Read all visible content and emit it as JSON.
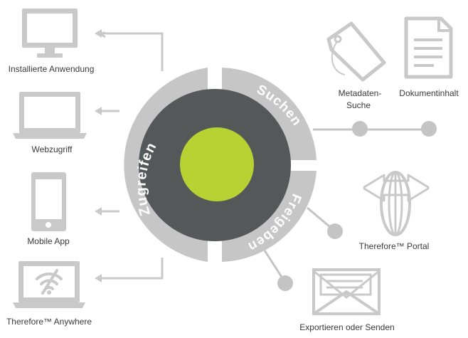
{
  "colors": {
    "icon_gray": "#c9c9c9",
    "ring_gray": "#c6c6c6",
    "core_dark": "#555859",
    "accent_green": "#b9d233",
    "dot_gray": "#c4c4c4",
    "text": "#3a3a3a"
  },
  "ring": {
    "segments": [
      {
        "label": "Suchen"
      },
      {
        "label": "Freigeben"
      },
      {
        "label": "Zugreifen"
      }
    ]
  },
  "left_items": [
    {
      "label": "Installierte Anwendung",
      "icon": "desktop-monitor-icon"
    },
    {
      "label": "Webzugriff",
      "icon": "laptop-icon"
    },
    {
      "label": "Mobile App",
      "icon": "smartphone-icon"
    },
    {
      "label": "Therefore™ Anywhere",
      "icon": "laptop-offline-icon"
    }
  ],
  "right_items": {
    "metadata_search": {
      "line1": "Metadaten-",
      "line2": "Suche",
      "icon": "tag-icon"
    },
    "document_content": {
      "label": "Dokumentinhalt",
      "icon": "document-icon"
    },
    "portal": {
      "label": "Therefore™ Portal",
      "icon": "globe-arrows-icon"
    },
    "export_send": {
      "label": "Exportieren oder Senden",
      "icon": "envelope-icon"
    }
  }
}
